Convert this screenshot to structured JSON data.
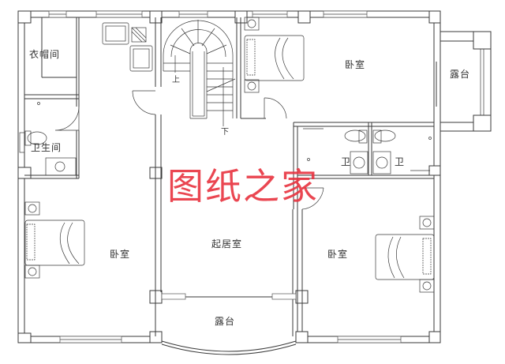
{
  "plan": {
    "type": "residential floor plan",
    "line_color": "#3a3a3a",
    "background": "#ffffff"
  },
  "rooms": {
    "cloakroom": "衣帽间",
    "bathroom_left": "卫生间",
    "bedroom_top_right": "卧室",
    "balcony_right": "露台",
    "bathroom_center_a": "卫",
    "bathroom_center_b": "卫",
    "bedroom_left": "卧室",
    "living_room": "起居室",
    "bedroom_right": "卧室",
    "balcony_bottom": "露台"
  },
  "stairs": {
    "up_label": "上",
    "down_label": "下"
  },
  "watermark": {
    "text": "图纸之家",
    "color": "#e8333f"
  }
}
